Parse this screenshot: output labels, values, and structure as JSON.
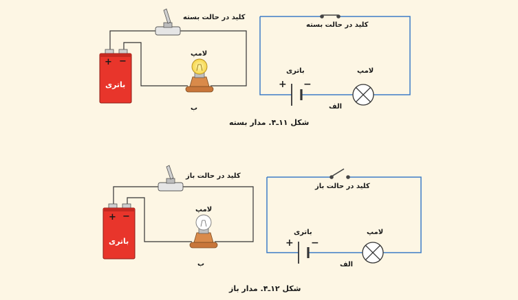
{
  "figure_closed": {
    "caption": "شکل ۱۱ـ۴. مدار بسته",
    "pictorial": {
      "switch_label": "کلید در حالت بسته",
      "lamp_label": "لامپ",
      "battery_label": "باتری",
      "plus": "+",
      "minus": "−",
      "sub_label": "ب"
    },
    "schematic": {
      "switch_label": "کلید در حالت بسته",
      "battery_label": "باتری",
      "lamp_label": "لامپ",
      "plus": "+",
      "minus": "−",
      "sub_label": "الف"
    }
  },
  "figure_open": {
    "caption": "شکل ۱۲ـ۴. مدار باز",
    "pictorial": {
      "switch_label": "کلید در حالت باز",
      "lamp_label": "لامپ",
      "battery_label": "باتری",
      "plus": "+",
      "minus": "−",
      "sub_label": "ب"
    },
    "schematic": {
      "switch_label": "کلید در حالت باز",
      "battery_label": "باتری",
      "lamp_label": "لامپ",
      "plus": "+",
      "minus": "−",
      "sub_label": "الف"
    }
  },
  "colors": {
    "schematic_wire": "#3d7bc6",
    "battery_body": "#e8352b",
    "lamp_base": "#d98a4a",
    "lamp_glow": "#f6d54a"
  }
}
